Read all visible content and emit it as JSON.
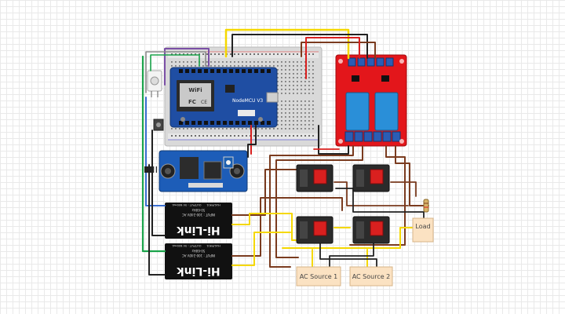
{
  "nodemcu": {
    "wifi_label": "WiFi",
    "model_label": "NodeMCU V3"
  },
  "hlk_module": {
    "brand": "Hi-Link",
    "spec_top": "INPUT : 100-240V AC",
    "spec_mid": "50-60Hz",
    "spec_out": "OUTPUT : 5V 600mA",
    "spec_model": "HLK-PM01"
  },
  "loads": {
    "load_label": "Load",
    "ac_source_1": "AC Source 1",
    "ac_source_2": "AC Source 2"
  },
  "colors": {
    "breadboard": "#dcdcdc",
    "nodemcu_board": "#1f4ea3",
    "relay_board": "#e3161b",
    "buck_board": "#1d5db8",
    "hlk_body": "#111111",
    "wire_yellow": "#f5d800",
    "wire_brown": "#7a3b1f",
    "wire_red": "#d9201f",
    "wire_green": "#1aa34a",
    "wire_purple": "#7b4fa6",
    "label_fill": "#fbe2c2"
  }
}
